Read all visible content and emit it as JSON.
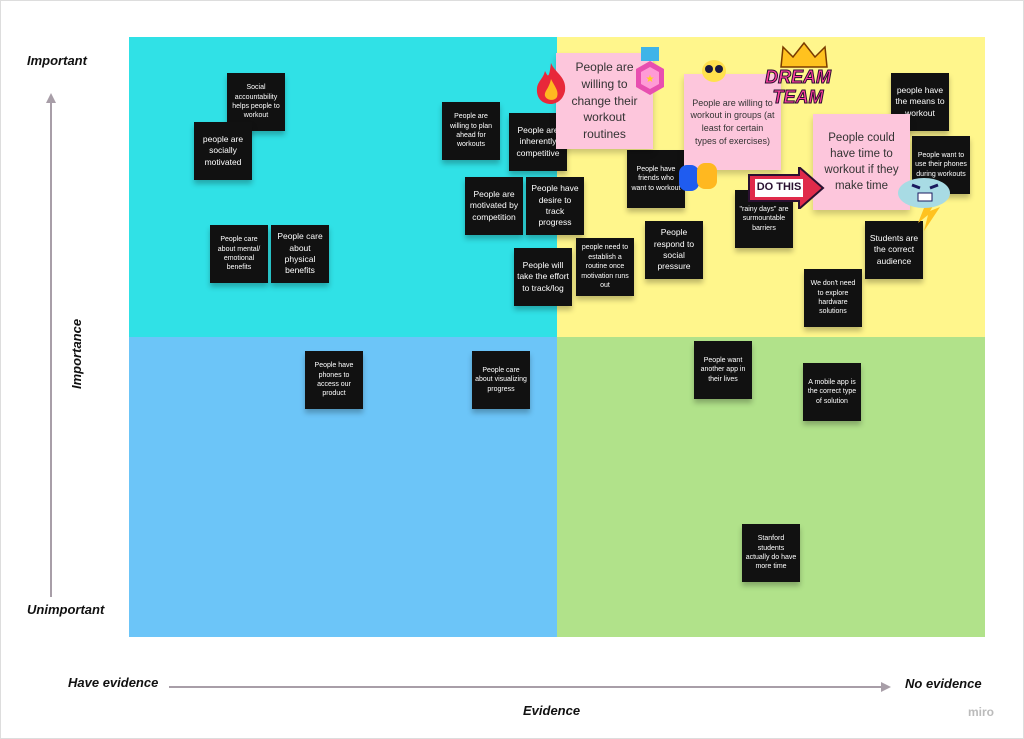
{
  "axes": {
    "y_top": "Important",
    "y_bottom": "Unimportant",
    "y_title": "Importance",
    "x_left": "Have evidence",
    "x_right": "No evidence",
    "x_title": "Evidence"
  },
  "watermark": "miro",
  "colors": {
    "q_top_left": "#30e1e6",
    "q_top_right": "#fff68c",
    "q_bottom_left": "#6cc5f8",
    "q_bottom_right": "#b1e28a",
    "pink": "#fdc6dc"
  },
  "notes": [
    "Social accountability helps people to workout",
    "people are socially motivated",
    "People care about mental/ emotional benefits",
    "People care about physical benefits",
    "People are willing to plan ahead for workouts",
    "People are inherently competitive",
    "People are motivated by competition",
    "People have desire to track progress",
    "People will take the effort to track/log",
    "people need to establish a routine once motivation runs out",
    "People have friends who want to workout",
    "People respond to social pressure",
    "\"rainy days\" are surmountable barriers",
    "people have the means to workout",
    "People want to use their phones during workouts",
    "Students are the correct audience",
    "We don't need to explore hardware solutions",
    "People have phones to access our product",
    "People care about visualizing progress",
    "People want another app in their lives",
    "A mobile app is the correct type of solution",
    "Stanford students actually do have more time"
  ],
  "pink_notes": [
    "People are willing to change their workout routines",
    "People are willing to workout in groups (at least for certain types of exercises)",
    "People could have time to workout if they make time"
  ],
  "stickers": {
    "dream_team": "DREAM TEAM",
    "do_this": "DO THIS"
  }
}
